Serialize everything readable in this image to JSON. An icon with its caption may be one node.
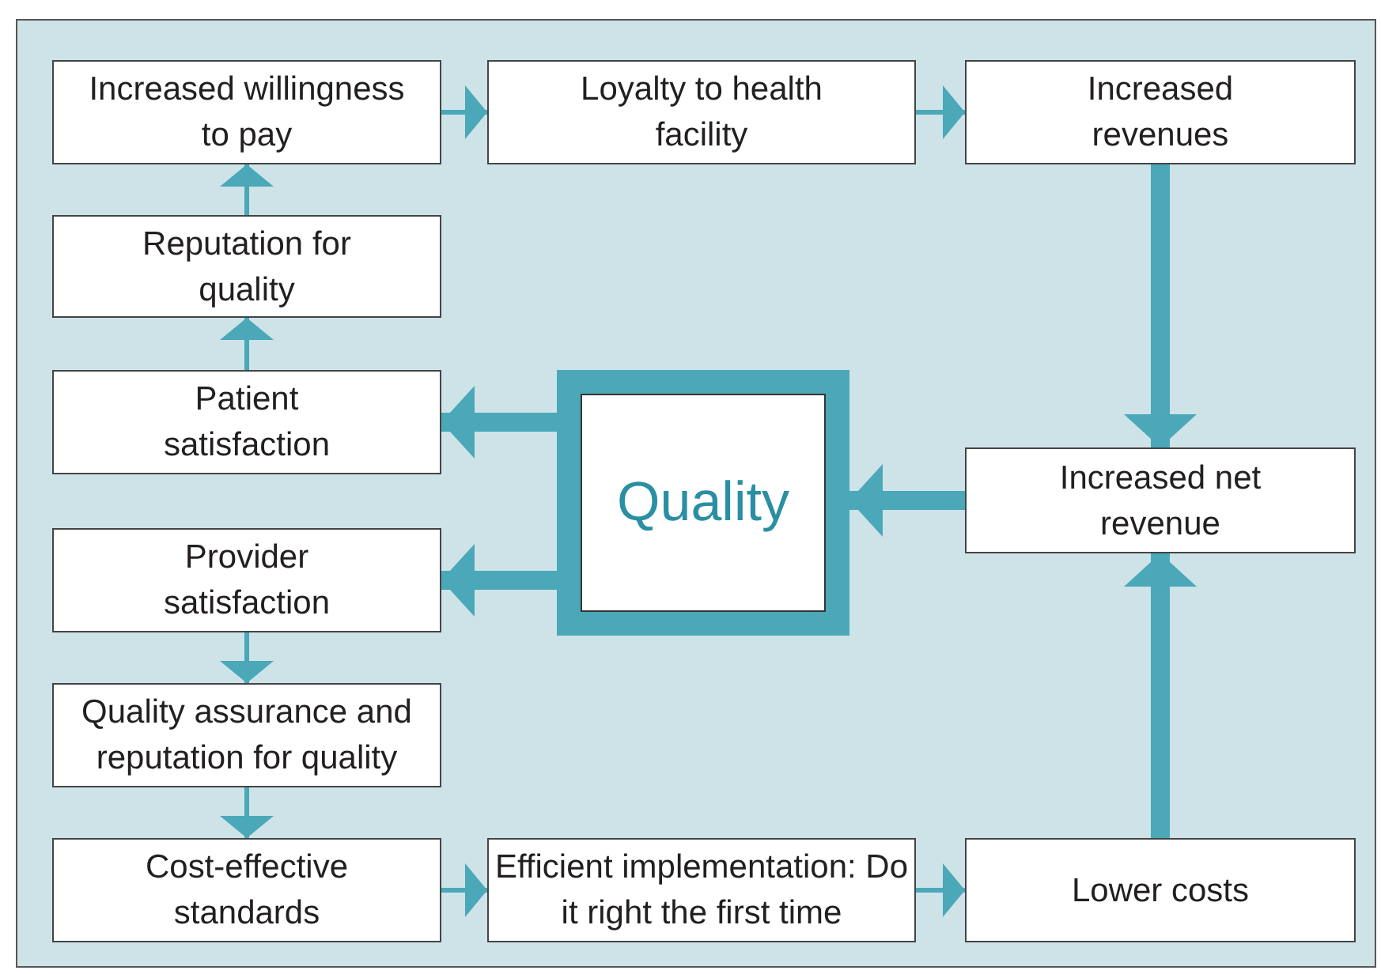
{
  "diagram": {
    "nodes": [
      {
        "text": [
          "Increased willingness to pay"
        ]
      },
      {
        "text": [
          "Loyalty to health facility"
        ]
      },
      {
        "text": [
          "Increased revenues"
        ]
      },
      {
        "text": [
          "Reputation for quality"
        ]
      },
      {
        "text": [
          "Patient satisfaction"
        ]
      },
      {
        "text": [
          "Quality"
        ]
      },
      {
        "text": [
          "Increased net revenue"
        ]
      },
      {
        "text": [
          "Provider satisfaction"
        ]
      },
      {
        "text": [
          "Quality assurance and reputation for quality"
        ]
      },
      {
        "text": [
          "Cost-effective standards"
        ]
      },
      {
        "text": [
          "Efficient implementation: Do it right the first time"
        ]
      },
      {
        "text": [
          "Lower costs"
        ]
      }
    ],
    "edges": [
      {
        "from": 0,
        "to": 1,
        "arrow": "to"
      },
      {
        "from": 1,
        "to": 2,
        "arrow": "to"
      },
      {
        "from": 2,
        "to": 6,
        "arrow": "to",
        "style": "thick"
      },
      {
        "from": 3,
        "to": 0,
        "arrow": "to"
      },
      {
        "from": 4,
        "to": 3,
        "arrow": "to"
      },
      {
        "from": 6,
        "to": 5,
        "arrow": "to",
        "style": "thick"
      },
      {
        "from": 5,
        "to": 4,
        "arrow": "to",
        "style": "thick"
      },
      {
        "from": 5,
        "to": 7,
        "arrow": "to",
        "style": "thick"
      },
      {
        "from": 7,
        "to": 8,
        "arrow": "to"
      },
      {
        "from": 8,
        "to": 9,
        "arrow": "to"
      },
      {
        "from": 9,
        "to": 10,
        "arrow": "to"
      },
      {
        "from": 10,
        "to": 11,
        "arrow": "to"
      },
      {
        "from": 11,
        "to": 6,
        "arrow": "to",
        "style": "thick"
      }
    ]
  }
}
